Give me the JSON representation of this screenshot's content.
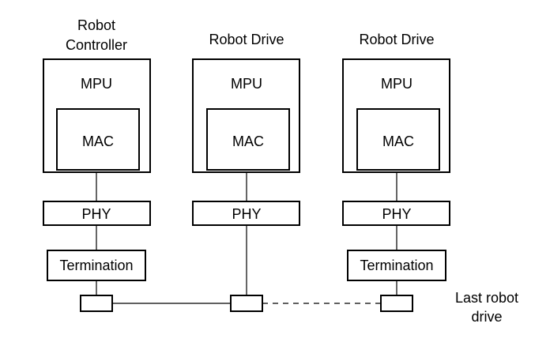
{
  "nodes": [
    {
      "title_lines": [
        "Robot",
        "Controller"
      ],
      "mpu": "MPU",
      "mac": "MAC",
      "phy": "PHY",
      "termination": "Termination"
    },
    {
      "title_lines": [
        "Robot Drive"
      ],
      "mpu": "MPU",
      "mac": "MAC",
      "phy": "PHY"
    },
    {
      "title_lines": [
        "Robot Drive"
      ],
      "mpu": "MPU",
      "mac": "MAC",
      "phy": "PHY",
      "termination": "Termination"
    }
  ],
  "last_drive_note": [
    "Last robot",
    "drive"
  ]
}
